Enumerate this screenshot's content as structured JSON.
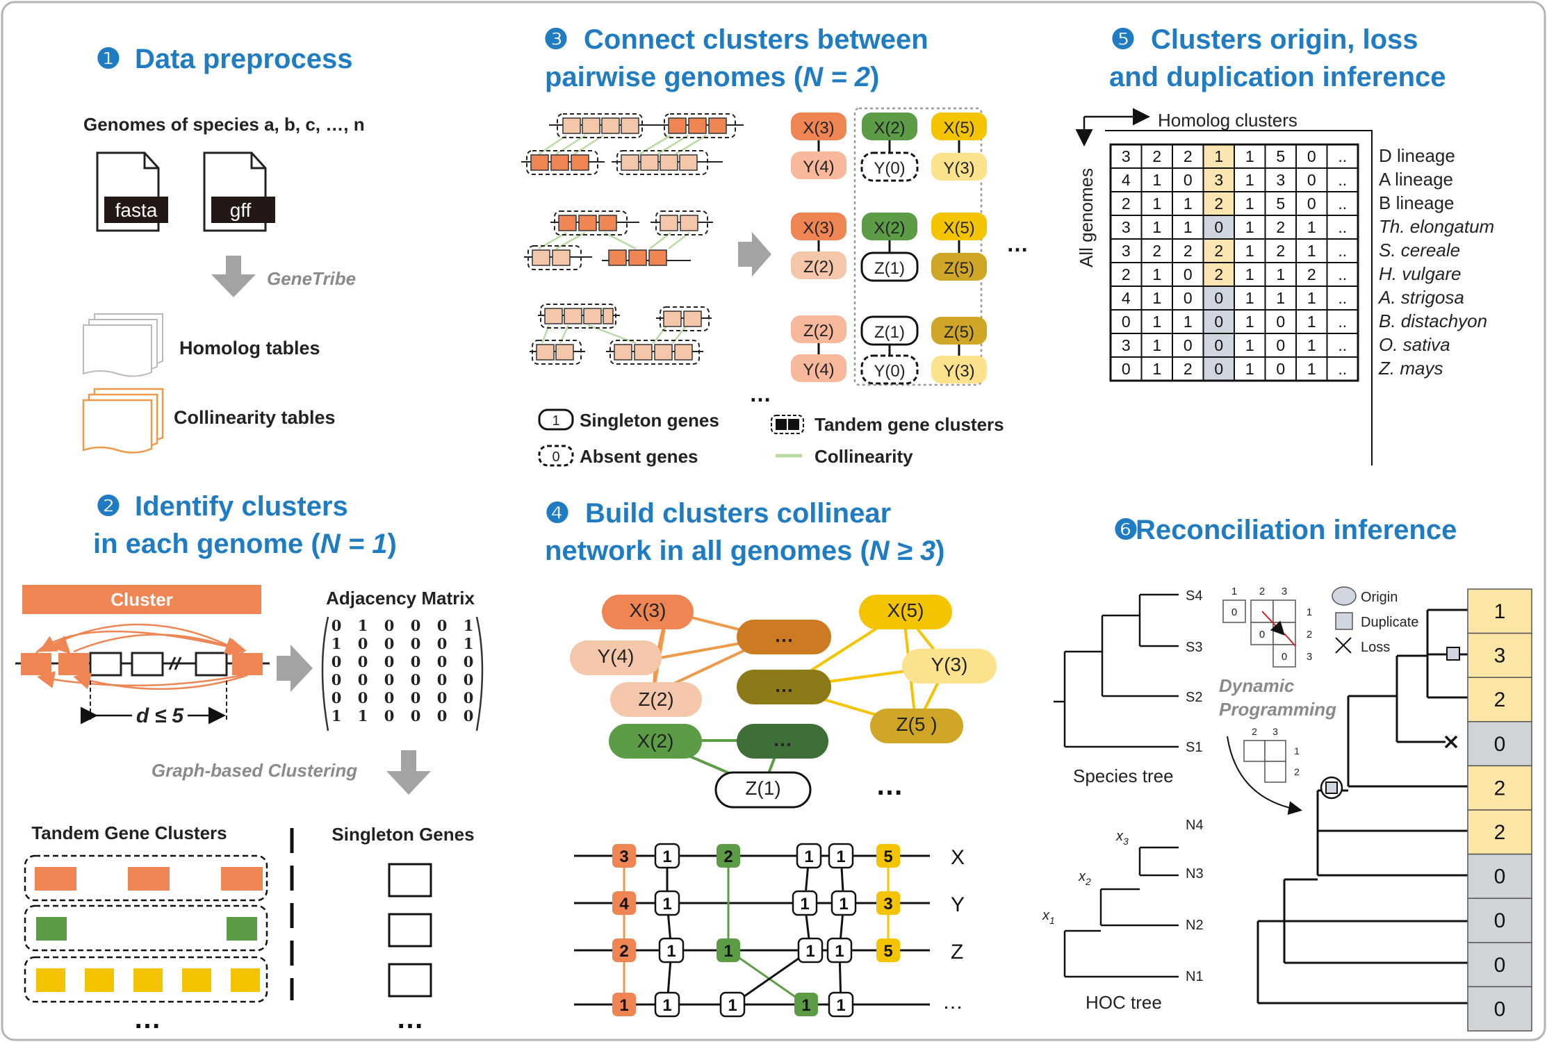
{
  "colors": {
    "title_blue": "#1f7cc2",
    "orange": "#ee8553",
    "light_orange": "#f5c7aa",
    "peach": "#f7b89b",
    "green": "#5c9c46",
    "dark_green": "#3f6f38",
    "yellow": "#f5c400",
    "light_yellow": "#fce28c",
    "olive": "#cfa626",
    "dark_olive": "#8b7a17",
    "gold_brown": "#cc7b22",
    "gray_arrow": "#a3a3a3",
    "collinearity_green": "#b9daa1",
    "cell_yellow": "#fbe6b2",
    "cell_blue": "#cfd6e0",
    "bar_yellow": "#fbe6a5",
    "bar_gray": "#d0d3d8"
  },
  "panel1": {
    "number": "❶",
    "title": "Data preprocess",
    "genomes_label": "Genomes of species a, b, c, …, n",
    "file1": "fasta",
    "file2": "gff",
    "tool": "GeneTribe",
    "homolog_tables": "Homolog tables",
    "collinearity_tables": "Collinearity tables"
  },
  "panel2": {
    "number": "❷",
    "title_line1": "Identify clusters",
    "title_line2_prefix": "in each genome (",
    "title_line2_var": "N = 1",
    "title_line2_suffix": ")",
    "cluster_label": "Cluster",
    "distance_label": "d ≤ 5",
    "adjacency_title": "Adjacency Matrix",
    "matrix": [
      [
        "0",
        "1",
        "0",
        "0",
        "0",
        "1"
      ],
      [
        "1",
        "0",
        "0",
        "0",
        "0",
        "1"
      ],
      [
        "0",
        "0",
        "0",
        "0",
        "0",
        "0"
      ],
      [
        "0",
        "0",
        "0",
        "0",
        "0",
        "0"
      ],
      [
        "0",
        "0",
        "0",
        "0",
        "0",
        "0"
      ],
      [
        "1",
        "1",
        "0",
        "0",
        "0",
        "0"
      ]
    ],
    "method": "Graph-based Clustering",
    "tandem_title": "Tandem Gene Clusters",
    "singleton_title": "Singleton Genes",
    "ellipsis": "…"
  },
  "panel3": {
    "number": "❸",
    "title_line1": "Connect clusters between",
    "title_line2_prefix": "pairwise genomes (",
    "title_line2_var": "N = 2",
    "title_line2_suffix": ")",
    "pairs": [
      [
        {
          "top": "X(3)",
          "bottom": "Y(4)"
        },
        {
          "top": "X(2)",
          "bottom": "Y(0)"
        },
        {
          "top": "X(5)",
          "bottom": "Y(3)"
        }
      ],
      [
        {
          "top": "X(3)",
          "bottom": "Z(2)"
        },
        {
          "top": "X(2)",
          "bottom": "Z(1)"
        },
        {
          "top": "X(5)",
          "bottom": "Z(5)"
        }
      ],
      [
        {
          "top": "Z(2)",
          "bottom": "Y(4)"
        },
        {
          "top": "Z(1)",
          "bottom": "Y(0)"
        },
        {
          "top": "Z(5)",
          "bottom": "Y(3)"
        }
      ]
    ],
    "ellipsis": "…",
    "legend": {
      "singleton_icon": "1",
      "singleton": "Singleton genes",
      "absent_icon": "0",
      "absent": "Absent genes",
      "tandem": "Tandem gene clusters",
      "collinearity": "Collinearity"
    }
  },
  "panel4": {
    "number": "❹",
    "title_line1": "Build clusters collinear",
    "title_line2_prefix": "network in all genomes (",
    "title_line2_var": "N ≥ 3",
    "title_line2_suffix": ")",
    "nodes": [
      "X(3)",
      "Y(4)",
      "Z(2)",
      "X(2)",
      "…",
      "…",
      "…",
      "X(5)",
      "Y(3)",
      "Z(5 )",
      "Z(1)"
    ],
    "ellipsis": "…",
    "rows": [
      "X",
      "Y",
      "Z",
      "…"
    ],
    "track_values": {
      "col1": [
        "3",
        "4",
        "2",
        "1"
      ],
      "col2": [
        "1",
        "1",
        "1",
        "1"
      ],
      "col3": [
        "2",
        "1",
        "1"
      ],
      "col4": [
        "1",
        "1",
        "1",
        "1"
      ],
      "col5": [
        "1",
        "1",
        "1",
        "1"
      ],
      "col6": [
        "5",
        "3",
        "5"
      ]
    }
  },
  "panel5": {
    "number": "❺",
    "title_line1": "Clusters origin, loss",
    "title_line2": "and duplication  inference",
    "col_axis": "Homolog clusters",
    "row_axis": "All genomes",
    "rows": [
      {
        "label": "D lineage",
        "italic": false,
        "values": [
          "3",
          "2",
          "2",
          "1",
          "1",
          "5",
          "0",
          ".."
        ]
      },
      {
        "label": "A lineage",
        "italic": false,
        "values": [
          "4",
          "1",
          "0",
          "3",
          "1",
          "3",
          "0",
          ".."
        ]
      },
      {
        "label": "B lineage",
        "italic": false,
        "values": [
          "2",
          "1",
          "1",
          "2",
          "1",
          "5",
          "0",
          ".."
        ]
      },
      {
        "label": "Th. elongatum",
        "italic": true,
        "values": [
          "3",
          "1",
          "1",
          "0",
          "1",
          "2",
          "1",
          ".."
        ]
      },
      {
        "label": "S. cereale",
        "italic": true,
        "values": [
          "3",
          "2",
          "2",
          "2",
          "1",
          "2",
          "1",
          ".."
        ]
      },
      {
        "label": "H. vulgare",
        "italic": true,
        "values": [
          "2",
          "1",
          "0",
          "2",
          "1",
          "1",
          "2",
          ".."
        ]
      },
      {
        "label": "A. strigosa",
        "italic": true,
        "values": [
          "4",
          "1",
          "0",
          "0",
          "1",
          "1",
          "1",
          ".."
        ]
      },
      {
        "label": "B. distachyon",
        "italic": true,
        "values": [
          "0",
          "1",
          "1",
          "0",
          "1",
          "0",
          "1",
          ".."
        ]
      },
      {
        "label": "O. sativa",
        "italic": true,
        "values": [
          "3",
          "1",
          "0",
          "0",
          "1",
          "0",
          "1",
          ".."
        ]
      },
      {
        "label": "Z. mays",
        "italic": true,
        "values": [
          "0",
          "1",
          "2",
          "0",
          "1",
          "0",
          "1",
          ".."
        ]
      }
    ]
  },
  "panel6": {
    "number": "❻",
    "title": "Reconciliation inference",
    "species_leaves": [
      "S4",
      "S3",
      "S2",
      "S1"
    ],
    "species_tree_label": "Species tree",
    "hoc_leaves": [
      "N4",
      "N3",
      "N2",
      "N1"
    ],
    "hoc_tree_label": "HOC tree",
    "internal": [
      "x",
      "3",
      "x",
      "2",
      "x",
      "1"
    ],
    "legend": {
      "origin": "Origin",
      "duplicate": "Duplicate",
      "loss": "Loss"
    },
    "dp_label_line1": "Dynamic",
    "dp_label_line2": "Programming",
    "dp_cols": [
      "1",
      "2",
      "3"
    ],
    "dp_rows": [
      "1",
      "2",
      "3"
    ],
    "dp_cells": [
      "0",
      "0",
      "0"
    ],
    "dp2_cols": [
      "2",
      "3"
    ],
    "dp2_rows": [
      "1",
      "2"
    ],
    "bar_values": [
      "1",
      "3",
      "2",
      "0",
      "2",
      "2",
      "0",
      "0",
      "0",
      "0"
    ]
  }
}
